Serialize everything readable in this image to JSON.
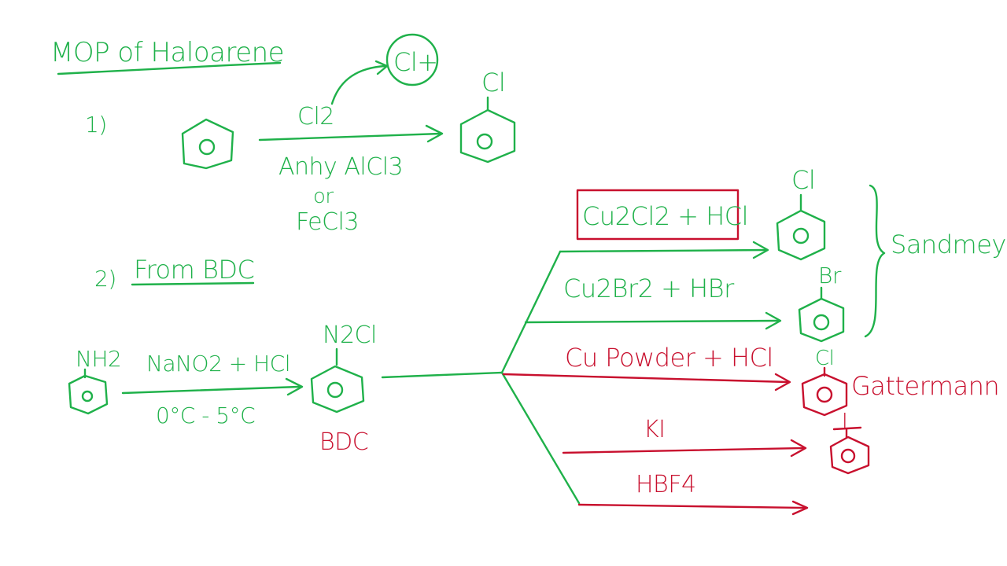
{
  "colors": {
    "green": "#1fb14a",
    "red": "#c8102e",
    "background": "#ffffff"
  },
  "title": "MOP of Haloarene",
  "section1": {
    "number": "1)",
    "reagent": "Cl2",
    "electrophile": "Cl+",
    "catalyst_line1": "Anhy AlCl3",
    "catalyst_line2": "or",
    "catalyst_line3": "FeCl3",
    "product_substituent": "Cl"
  },
  "section2": {
    "number": "2)",
    "heading": "From BDC",
    "reactant_substituent": "NH2",
    "reagent": "NaNO2 + HCl",
    "condition": "0°C - 5°C",
    "intermediate_substituent": "N2Cl",
    "intermediate_label": "BDC",
    "branches": [
      {
        "reagent": "Cu2Cl2 + HCl",
        "product": "Cl"
      },
      {
        "reagent": "Cu2Br2 + HBr",
        "product": "Br"
      },
      {
        "reagent": "Cu Powder + HCl",
        "product": "Cl"
      },
      {
        "reagent": "KI",
        "product": "I"
      },
      {
        "reagent": "HBF4",
        "product": ""
      }
    ],
    "sandmeyer_label": "Sandmeyer",
    "gattermann_label": "Gattermann"
  }
}
